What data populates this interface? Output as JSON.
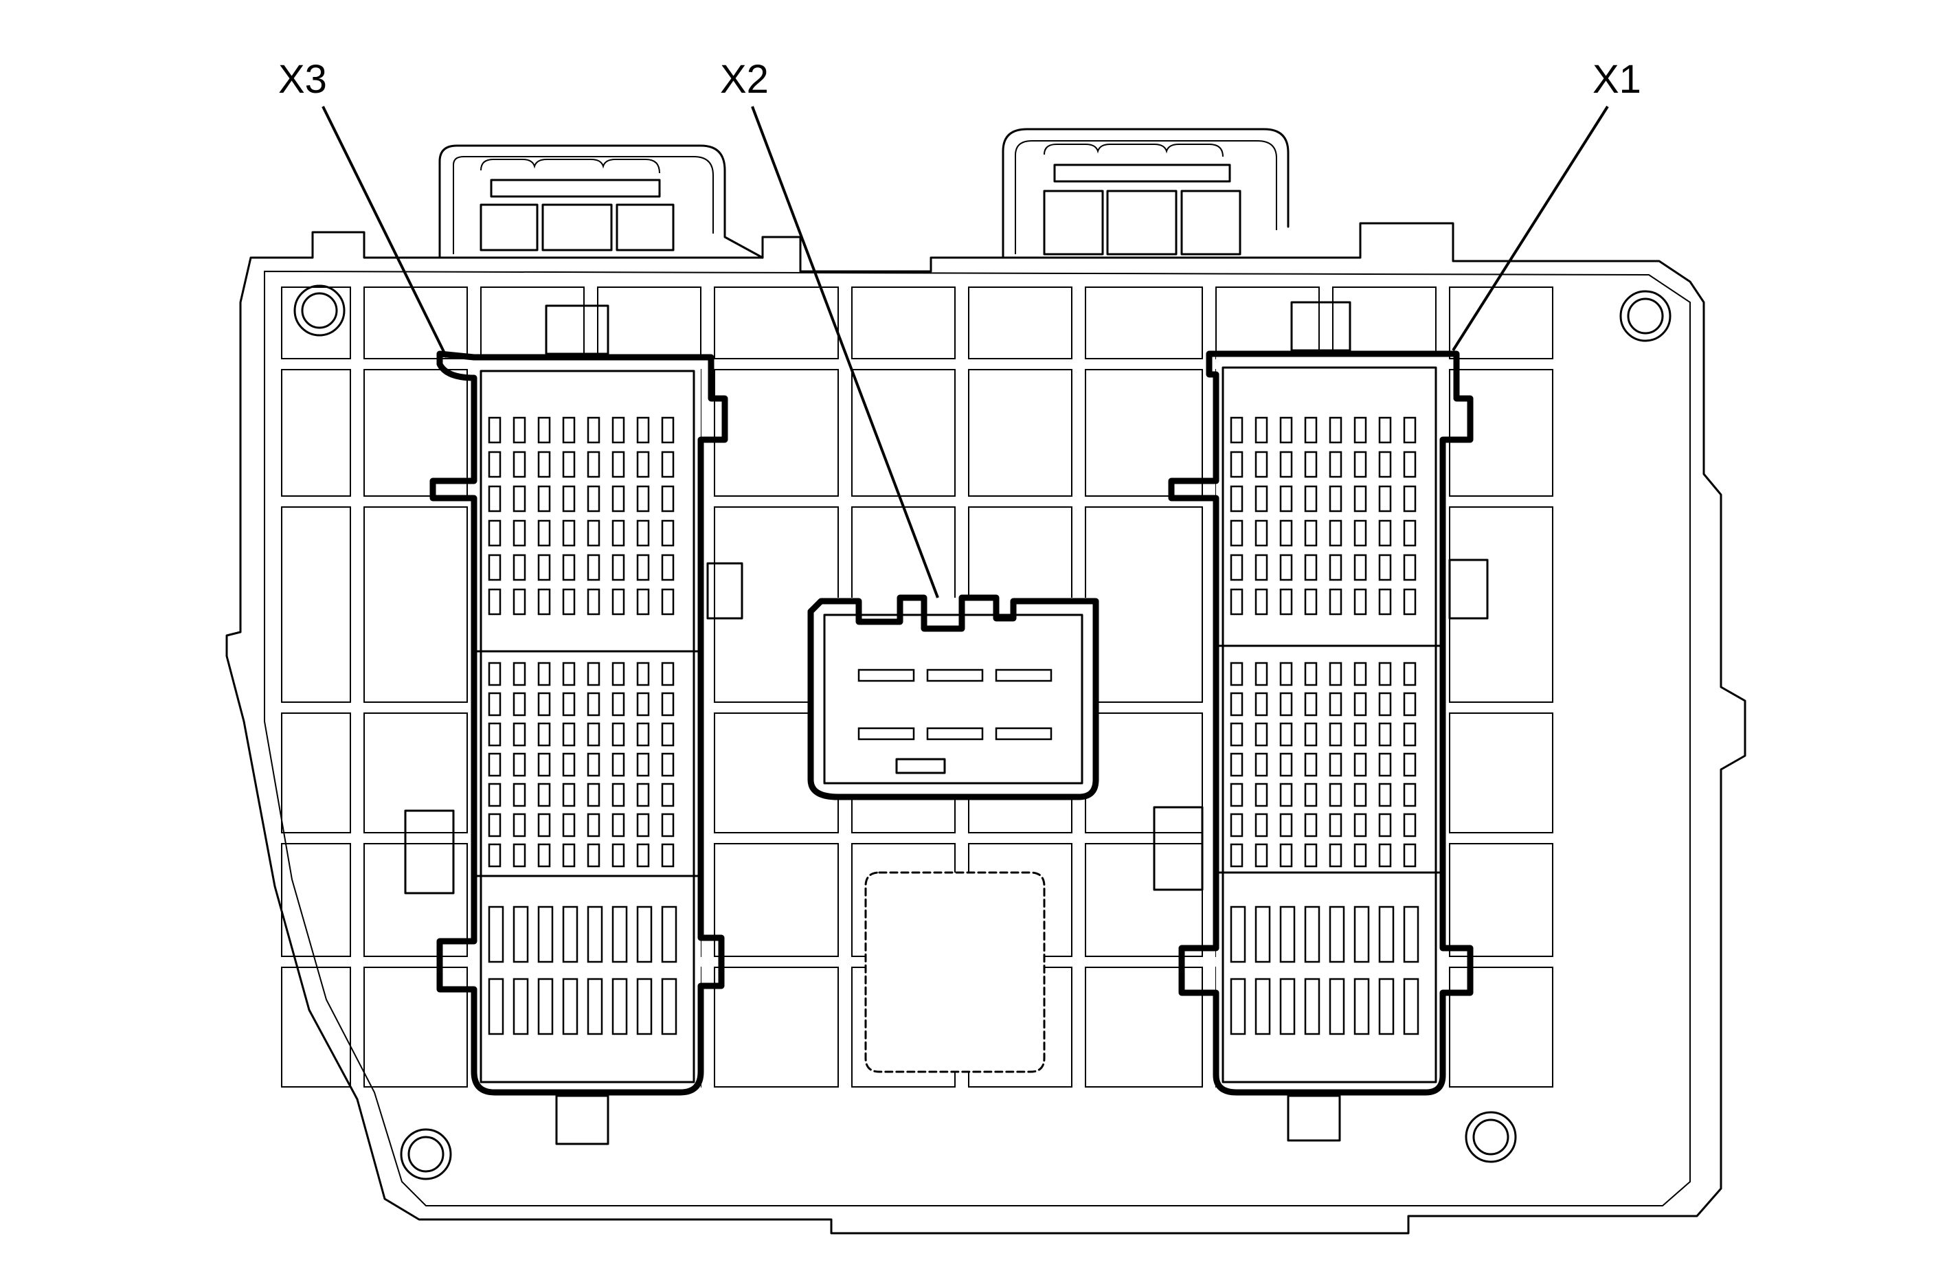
{
  "callouts": {
    "x3": "X3",
    "x2": "X2",
    "x1": "X1"
  },
  "colors": {
    "line": "#000000",
    "background": "#ffffff"
  }
}
